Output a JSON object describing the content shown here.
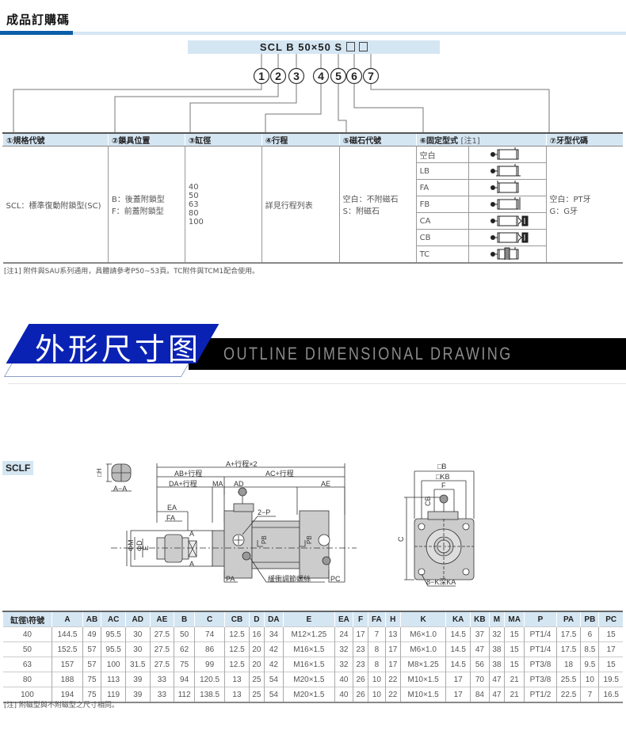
{
  "order": {
    "title": "成品訂購碼",
    "code": "SCL B 50×50 S",
    "code_boxes": 2,
    "circle_numbers": [
      "1",
      "2",
      "3",
      "4",
      "5",
      "6",
      "7"
    ],
    "headers": [
      "①規格代號",
      "②鎖具位置",
      "③缸徑",
      "④行程",
      "⑤磁石代號",
      "⑥固定型式",
      "⑦牙型代碼"
    ],
    "header_note": "[注1]",
    "spec": "SCL：標準復動附鎖型(SC)",
    "lock_position": [
      "B：後蓋附鎖型",
      "F：前蓋附鎖型"
    ],
    "bore": [
      "40",
      "50",
      "63",
      "80",
      "100"
    ],
    "stroke": "詳見行程列表",
    "magnet": [
      "空白：不附磁石",
      "S：附磁石"
    ],
    "mounts": [
      {
        "code": "空白",
        "icon": "basic-cylinder-icon"
      },
      {
        "code": "LB",
        "icon": "foot-mount-cylinder-icon"
      },
      {
        "code": "FA",
        "icon": "front-flange-cylinder-icon"
      },
      {
        "code": "FB",
        "icon": "rear-flange-cylinder-icon"
      },
      {
        "code": "CA",
        "icon": "single-clevis-cylinder-icon"
      },
      {
        "code": "CB",
        "icon": "double-clevis-cylinder-icon"
      },
      {
        "code": "TC",
        "icon": "trunnion-cylinder-icon"
      }
    ],
    "thread": [
      "空白：PT牙",
      "G：G牙"
    ],
    "note": "[注1] 附件與SAU系列通用，具體請參考P50~53頁。TC附件與TCM1配合使用。"
  },
  "banner": {
    "cn": "外形尺寸图",
    "en": "OUTLINE DIMENSIONAL DRAWING"
  },
  "model": "SCLF",
  "drawing": {
    "side_labels": {
      "overall": "A+行程×2",
      "ab": "AB+行程",
      "ac": "AC+行程",
      "da": "DA+行程",
      "ma": "MA",
      "ad": "AD",
      "ae": "AE",
      "ea": "EA",
      "fa": "FA",
      "p": "2−P",
      "pb": "PB",
      "pa": "PA",
      "pc": "PC",
      "cushion": "緩衝調節螺絲",
      "phim": "ΦM",
      "phid": "ΦD",
      "e": "E",
      "a": "A",
      "section": "A−A",
      "h": "□H"
    },
    "end_labels": {
      "b": "□B",
      "kb": "□KB",
      "f": "F",
      "cb": "CB",
      "c": "C",
      "k": "8−K深KA"
    }
  },
  "dims": {
    "headers": [
      "缸徑\\符號",
      "A",
      "AB",
      "AC",
      "AD",
      "AE",
      "B",
      "C",
      "CB",
      "D",
      "DA",
      "E",
      "EA",
      "F",
      "FA",
      "H",
      "K",
      "KA",
      "KB",
      "M",
      "MA",
      "P",
      "PA",
      "PB",
      "PC"
    ],
    "rows": [
      [
        "40",
        "144.5",
        "49",
        "95.5",
        "30",
        "27.5",
        "50",
        "74",
        "12.5",
        "16",
        "34",
        "M12×1.25",
        "24",
        "17",
        "7",
        "13",
        "M6×1.0",
        "14.5",
        "37",
        "32",
        "15",
        "PT1/4",
        "17.5",
        "6",
        "15"
      ],
      [
        "50",
        "152.5",
        "57",
        "95.5",
        "30",
        "27.5",
        "62",
        "86",
        "12.5",
        "20",
        "42",
        "M16×1.5",
        "32",
        "23",
        "8",
        "17",
        "M6×1.0",
        "14.5",
        "47",
        "38",
        "15",
        "PT1/4",
        "17.5",
        "8.5",
        "17"
      ],
      [
        "63",
        "157",
        "57",
        "100",
        "31.5",
        "27.5",
        "75",
        "99",
        "12.5",
        "20",
        "42",
        "M16×1.5",
        "32",
        "23",
        "8",
        "17",
        "M8×1.25",
        "14.5",
        "56",
        "38",
        "15",
        "PT3/8",
        "18",
        "9.5",
        "15"
      ],
      [
        "80",
        "188",
        "75",
        "113",
        "39",
        "33",
        "94",
        "120.5",
        "13",
        "25",
        "54",
        "M20×1.5",
        "40",
        "26",
        "10",
        "22",
        "M10×1.5",
        "17",
        "70",
        "47",
        "21",
        "PT3/8",
        "25.5",
        "10",
        "19.5"
      ],
      [
        "100",
        "194",
        "75",
        "119",
        "39",
        "33",
        "112",
        "138.5",
        "13",
        "25",
        "54",
        "M20×1.5",
        "40",
        "26",
        "10",
        "22",
        "M10×1.5",
        "17",
        "84",
        "47",
        "21",
        "PT1/2",
        "22.5",
        "7",
        "16.5"
      ]
    ],
    "note": "[注] 附磁型與不附磁型之尺寸相同。"
  },
  "colors": {
    "accent_blue": "#0a5fa8",
    "header_bg": "#d5e6f3",
    "banner_blue": "#0a22b4"
  }
}
